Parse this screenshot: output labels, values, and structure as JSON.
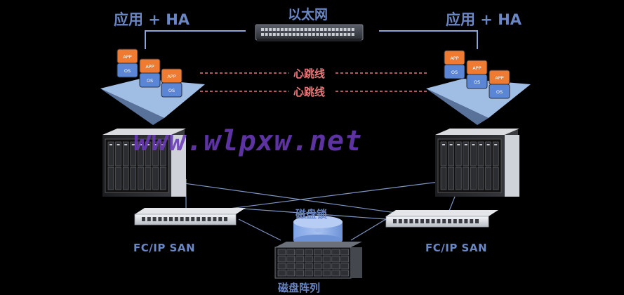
{
  "labels": {
    "left_app_ha": "应用 + HA",
    "right_app_ha": "应用 + HA",
    "ethernet": "以太网",
    "heartbeat_1": "心跳线",
    "heartbeat_2": "心跳线",
    "disk_lock": "磁盘锁",
    "left_san": "FC/IP  SAN",
    "right_san": "FC/IP  SAN",
    "disk_array": "磁盘阵列"
  },
  "stacks": {
    "app_label": "APP",
    "os_label": "OS"
  },
  "watermark": "www.wlpxw.net",
  "colors": {
    "background": "#000000",
    "label_blue": "#6a86c4",
    "heartbeat_red": "#e8787a",
    "app_orange": "#ef7b32",
    "os_blue": "#5b86d6",
    "pedestal_blue": "#a9c7ef",
    "disk_lock_blue": "#8fb1ea",
    "link_line": "#8da6d8"
  }
}
